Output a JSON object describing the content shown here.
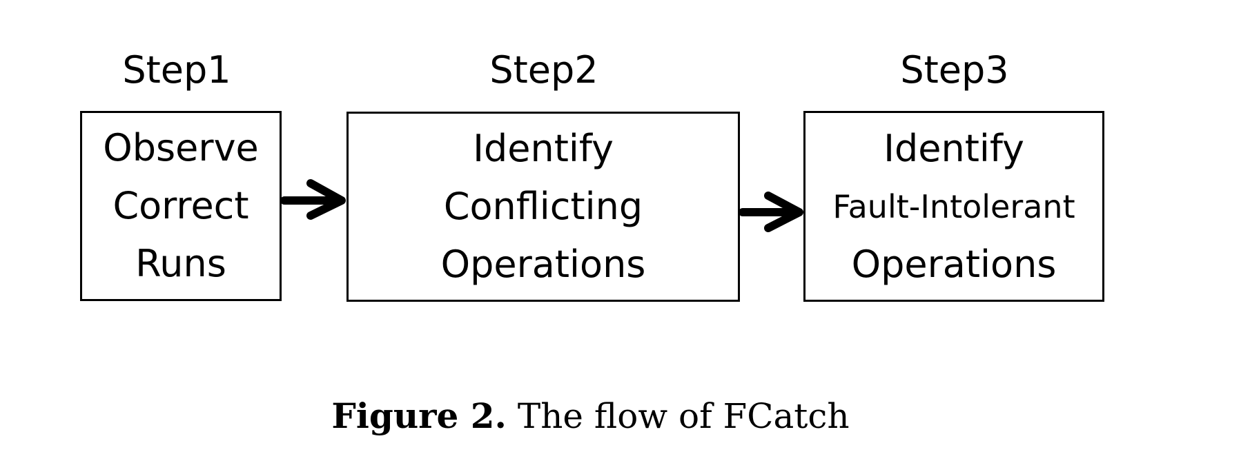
{
  "steps": [
    {
      "label": "Step1",
      "lines": [
        "Observe",
        "Correct",
        "Runs"
      ]
    },
    {
      "label": "Step2",
      "lines": [
        "Identify",
        "Conflicting",
        "Operations"
      ]
    },
    {
      "label": "Step3",
      "lines": [
        "Identify",
        "Fault-Intolerant",
        "Operations"
      ]
    }
  ],
  "caption": {
    "prefix": "Figure 2.",
    "text": "The flow of FCatch"
  },
  "colors": {
    "stroke": "#000000",
    "background": "#ffffff"
  }
}
